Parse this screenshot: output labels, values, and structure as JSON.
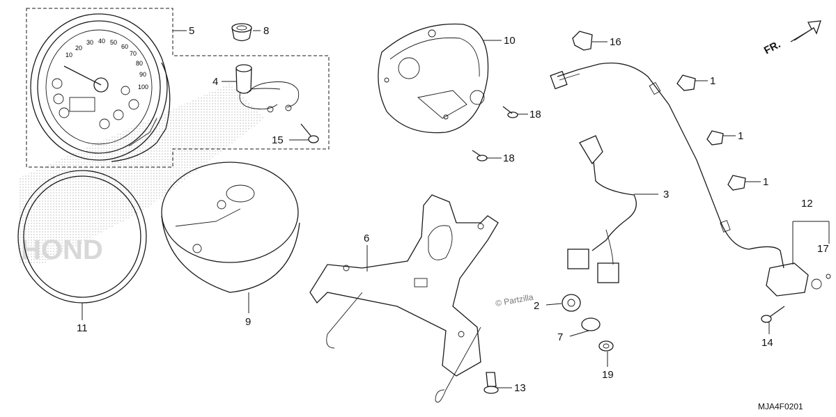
{
  "diagram_code": "MJA4F0201",
  "direction_label": "FR.",
  "watermark": "© Partzilla",
  "callouts": [
    {
      "id": "1",
      "label": "1"
    },
    {
      "id": "1b",
      "label": "1"
    },
    {
      "id": "1c",
      "label": "1"
    },
    {
      "id": "2",
      "label": "2"
    },
    {
      "id": "3",
      "label": "3"
    },
    {
      "id": "4",
      "label": "4"
    },
    {
      "id": "5",
      "label": "5"
    },
    {
      "id": "6",
      "label": "6"
    },
    {
      "id": "7",
      "label": "7"
    },
    {
      "id": "8",
      "label": "8"
    },
    {
      "id": "9",
      "label": "9"
    },
    {
      "id": "10",
      "label": "10"
    },
    {
      "id": "11",
      "label": "11"
    },
    {
      "id": "12",
      "label": "12"
    },
    {
      "id": "13",
      "label": "13"
    },
    {
      "id": "14",
      "label": "14"
    },
    {
      "id": "15",
      "label": "15"
    },
    {
      "id": "16",
      "label": "16"
    },
    {
      "id": "17",
      "label": "17"
    },
    {
      "id": "18",
      "label": "18"
    },
    {
      "id": "18b",
      "label": "18"
    },
    {
      "id": "19",
      "label": "19"
    }
  ],
  "speedometer": {
    "ticks": [
      "10",
      "20",
      "30",
      "40",
      "50",
      "60",
      "70",
      "80",
      "90",
      "100"
    ]
  }
}
